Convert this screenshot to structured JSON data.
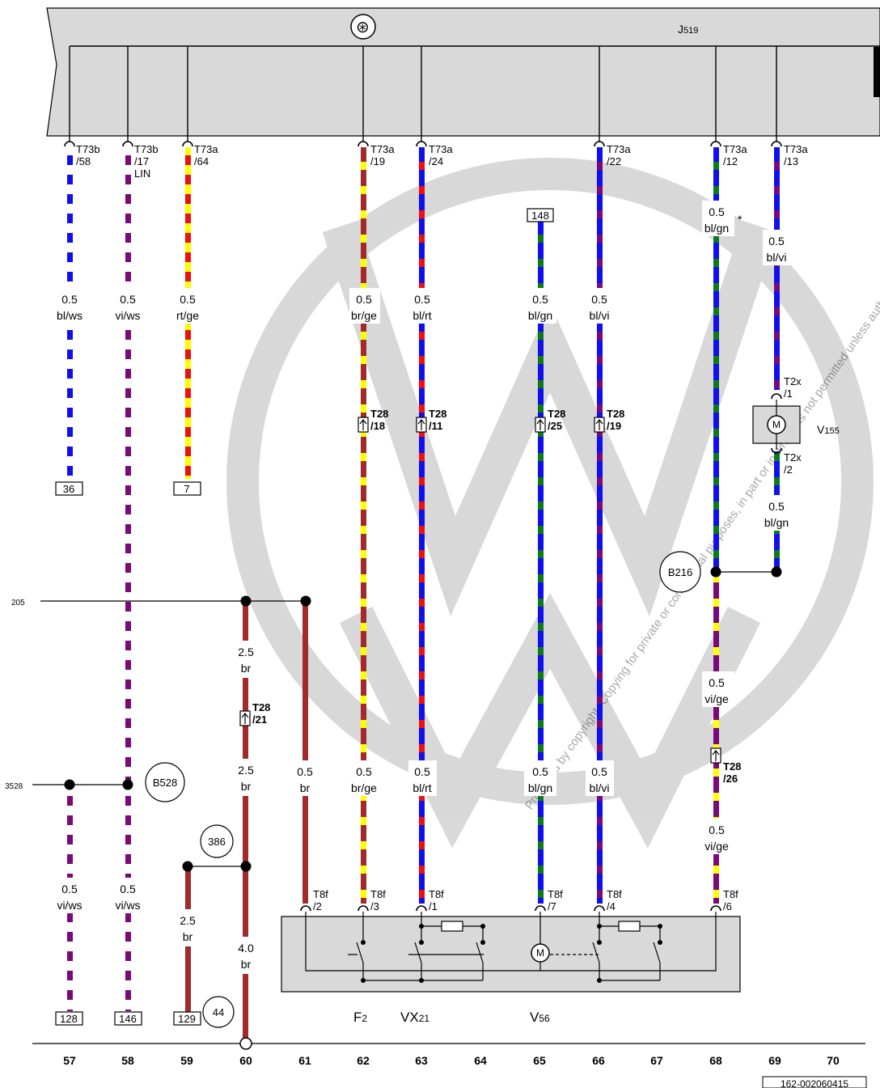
{
  "header": {
    "module": "J519",
    "module_prefix": "J",
    "module_sub": "519",
    "ignition_symbol": "⊛"
  },
  "watermark": {
    "text": "Protected by copyright. Copying for private or commercial purposes, in part or in whole, is not permitted unless authorised by Volkswagen AG. Volkswagen AG does not guarantee or accept any liability with respect to the correctness of information in this document. Copyright by Volkswagen AG."
  },
  "connectors_top": [
    {
      "name": "T73b",
      "pin": "/58",
      "extra": ""
    },
    {
      "name": "T73b",
      "pin": "/17",
      "extra": "LIN"
    },
    {
      "name": "T73a",
      "pin": "/64",
      "extra": ""
    },
    {
      "name": "T73a",
      "pin": "/19",
      "extra": ""
    },
    {
      "name": "T73a",
      "pin": "/24",
      "extra": ""
    },
    {
      "name": "T73a",
      "pin": "/22",
      "extra": ""
    },
    {
      "name": "T73a",
      "pin": "/12",
      "extra": ""
    },
    {
      "name": "T73a",
      "pin": "/13",
      "extra": ""
    }
  ],
  "wire_labels": {
    "w57": [
      "0.5",
      "bl/ws"
    ],
    "w58": [
      "0.5",
      "vi/ws"
    ],
    "w59": [
      "0.5",
      "rt/ge"
    ],
    "w62": [
      "0.5",
      "br/ge"
    ],
    "w63": [
      "0.5",
      "bl/rt"
    ],
    "w65": [
      "0.5",
      "bl/gn"
    ],
    "w66": [
      "0.5",
      "bl/vi"
    ],
    "w68a": [
      "0.5",
      "bl/gn"
    ],
    "w69a": [
      "0.5",
      "bl/vi"
    ],
    "w69b": [
      "0.5",
      "bl/gn"
    ],
    "w60a": [
      "2.5",
      "br"
    ],
    "w60b": [
      "2.5",
      "br"
    ],
    "w61": [
      "0.5",
      "br"
    ],
    "w62b": [
      "0.5",
      "br/ge"
    ],
    "w63b": [
      "0.5",
      "bl/rt"
    ],
    "w65b": [
      "0.5",
      "bl/gn"
    ],
    "w66b": [
      "0.5",
      "bl/vi"
    ],
    "w68b": [
      "0.5",
      "vi/ge"
    ],
    "w68c": [
      "0.5",
      "vi/ge"
    ],
    "w57b": [
      "0.5",
      "vi/ws"
    ],
    "w58b": [
      "0.5",
      "vi/ws"
    ],
    "w59b": [
      "2.5",
      "br"
    ],
    "w60c": [
      "4.0",
      "br"
    ]
  },
  "asterisk": "*",
  "t28": [
    {
      "name": "T28",
      "pin": "/18"
    },
    {
      "name": "T28",
      "pin": "/11"
    },
    {
      "name": "T28",
      "pin": "/25"
    },
    {
      "name": "T28",
      "pin": "/19"
    },
    {
      "name": "T28",
      "pin": "/21"
    },
    {
      "name": "T28",
      "pin": "/26"
    }
  ],
  "t8f": [
    {
      "name": "T8f",
      "pin": "/2"
    },
    {
      "name": "T8f",
      "pin": "/3"
    },
    {
      "name": "T8f",
      "pin": "/1"
    },
    {
      "name": "T8f",
      "pin": "/7"
    },
    {
      "name": "T8f",
      "pin": "/4"
    },
    {
      "name": "T8f",
      "pin": "/6"
    }
  ],
  "t2x": [
    {
      "name": "T2x",
      "pin": "/1"
    },
    {
      "name": "T2x",
      "pin": "/2"
    }
  ],
  "refs": {
    "r36": "36",
    "r7": "7",
    "r148": "148",
    "r128": "128",
    "r146": "146",
    "r129": "129"
  },
  "circles": {
    "b216": "B216",
    "b528": "B528",
    "c386": "386",
    "c44": "44"
  },
  "edge_labels": {
    "left_top": "205",
    "left_bottom": "3528"
  },
  "components": {
    "v155": {
      "prefix": "V",
      "sub": "155"
    },
    "f2": {
      "prefix": "F",
      "sub": "2"
    },
    "vx21": {
      "prefix": "VX",
      "sub": "21"
    },
    "v56": {
      "prefix": "V",
      "sub": "56"
    },
    "motor": "M"
  },
  "columns": [
    "57",
    "58",
    "59",
    "60",
    "61",
    "62",
    "63",
    "64",
    "65",
    "66",
    "67",
    "68",
    "69",
    "70"
  ],
  "doc_id": "162-002060415",
  "colors": {
    "bl": "#1010ee",
    "ws": "#ffffff",
    "vi": "#7a0a7a",
    "rt": "#ee1010",
    "ge": "#ffff00",
    "br": "#a32a2a",
    "gn": "#0a7a1a",
    "module_fill": "#d9d9d9",
    "component_fill": "#d9d9d9"
  }
}
